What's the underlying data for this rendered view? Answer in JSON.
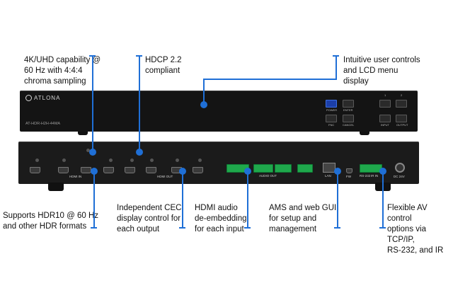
{
  "callouts": {
    "uhd": "4K/UHD capability @\n60 Hz with 4:4:4\nchroma sampling",
    "hdcp": "HDCP 2.2\ncompliant",
    "controls": "Intuitive user controls\nand LCD menu\ndisplay",
    "hdr": "Supports HDR10 @ 60 Hz\nand other HDR formats",
    "cec": "Independent CEC\ndisplay control for\neach output",
    "deembed": "HDMI audio\nde-embedding\nfor each input",
    "ams": "AMS and web GUI\nfor setup and\nmanagement",
    "flexible": "Flexible AV control\noptions via TCP/IP,\nRS-232, and IR"
  },
  "device": {
    "brand": "ATLONA",
    "model": "AT-HDR-H2H-44MA",
    "front_buttons": [
      "POWER",
      "ENTER",
      "FNC",
      "CANCEL"
    ],
    "front_right_top": [
      "1",
      "2"
    ],
    "front_right_bottom": [
      "INPUT",
      "OUTPUT"
    ],
    "rear_labels": {
      "hdmi_in": "HDMI IN",
      "hdmi_out": "HDMI OUT",
      "audio_out": "AUDIO OUT",
      "lan": "LAN",
      "fw": "FW",
      "rs232": "RS-232",
      "ir": "IR IN",
      "dc": "DC 24V"
    }
  },
  "colors": {
    "accent": "#1f6fd6",
    "terminal_green": "#1fa84c",
    "power_blue": "#1c3fa8"
  }
}
